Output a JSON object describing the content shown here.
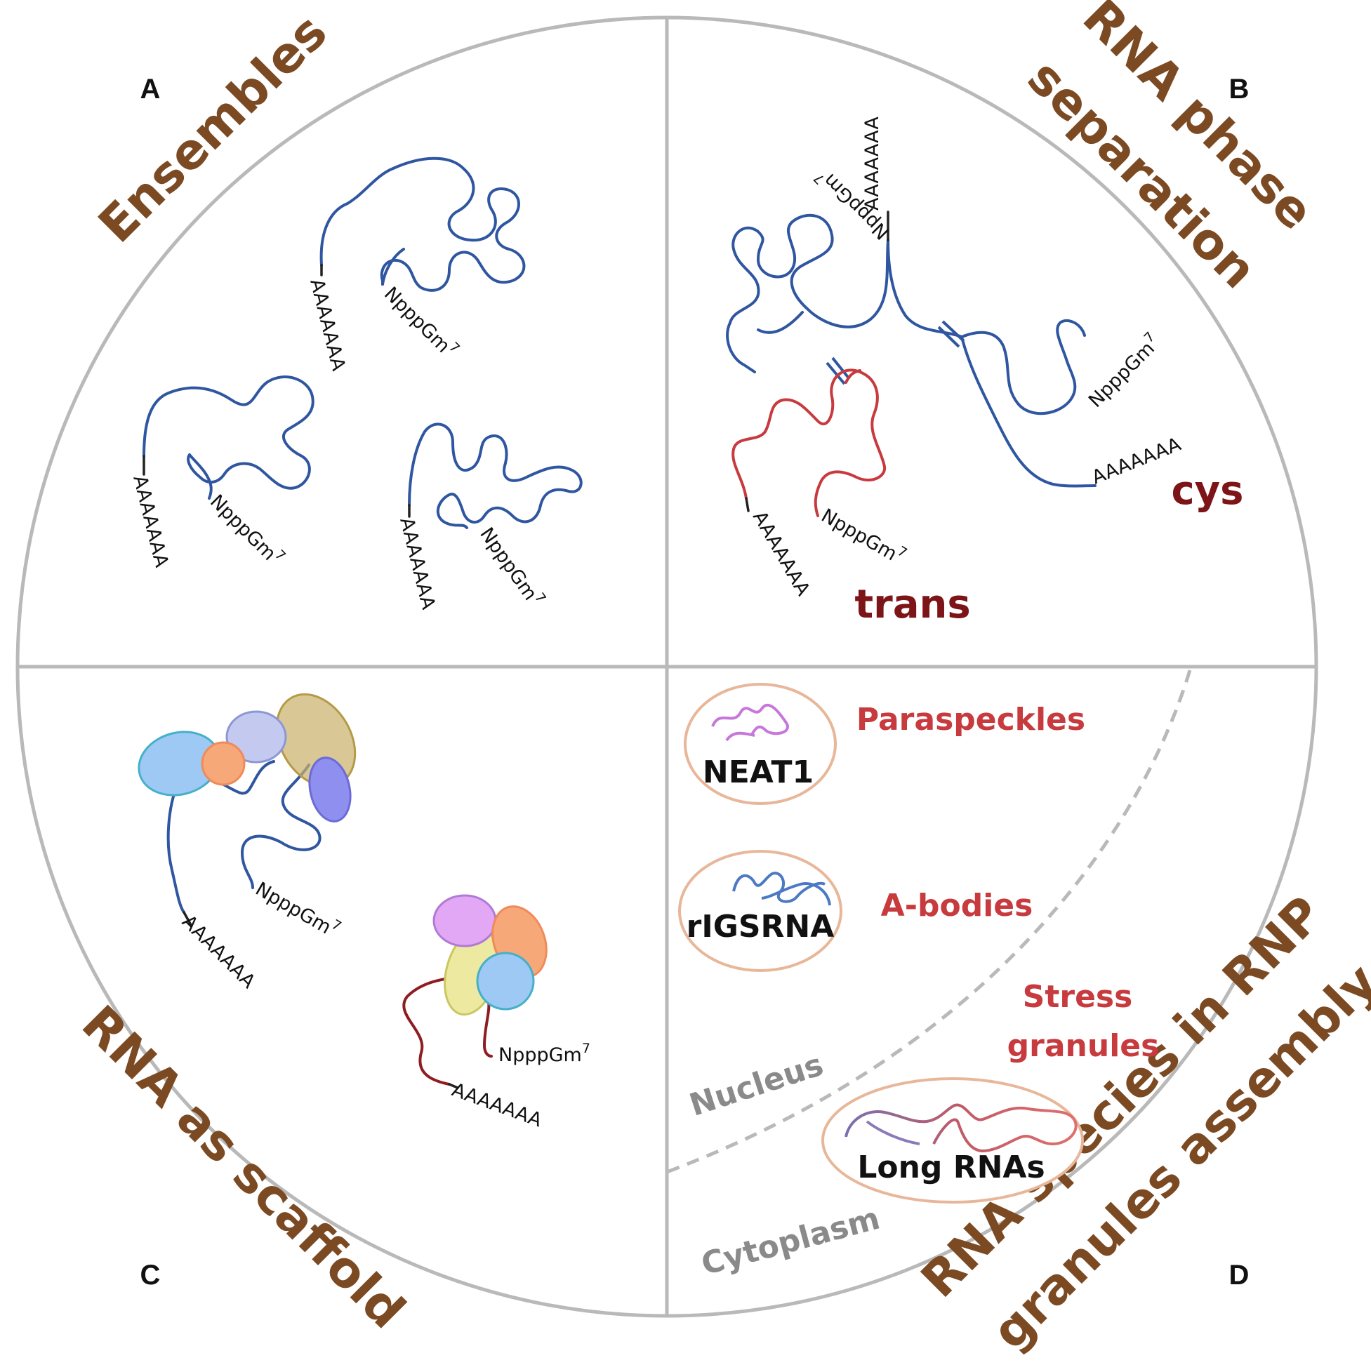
{
  "panels": {
    "a": {
      "letter": "A",
      "title": "Ensembles"
    },
    "b": {
      "letter": "B",
      "title_line1": "RNA phase",
      "title_line2": "separation",
      "cys": "cys",
      "trans": "trans"
    },
    "c": {
      "letter": "C",
      "title": "RNA as scaffold"
    },
    "d": {
      "letter": "D",
      "title_line1": "RNA species in RNP",
      "title_line2": "granules assembly",
      "paraspeckles": "Paraspeckles",
      "neat1": "NEAT1",
      "a_bodies": "A-bodies",
      "rigsrna": "rIGSRNA",
      "stress_line1": "Stress",
      "stress_line2": "granules",
      "long_rnas": "Long RNAs",
      "nucleus": "Nucleus",
      "cytoplasm": "Cytoplasm"
    }
  },
  "rna_ends": {
    "poly_a": "AAAAAAA",
    "cap_base": "NpppGm",
    "cap_sup": "7"
  },
  "colors": {
    "ring": "#b9b9b9",
    "title_brown": "#7b4a22",
    "rna_blue": "#2f56a0",
    "rna_red": "#c73a3e",
    "label_red": "#c73a3e",
    "label_dark_red": "#7d1518",
    "grey_text": "#8a8a8a",
    "bubble_outline": "#e8b79a"
  }
}
